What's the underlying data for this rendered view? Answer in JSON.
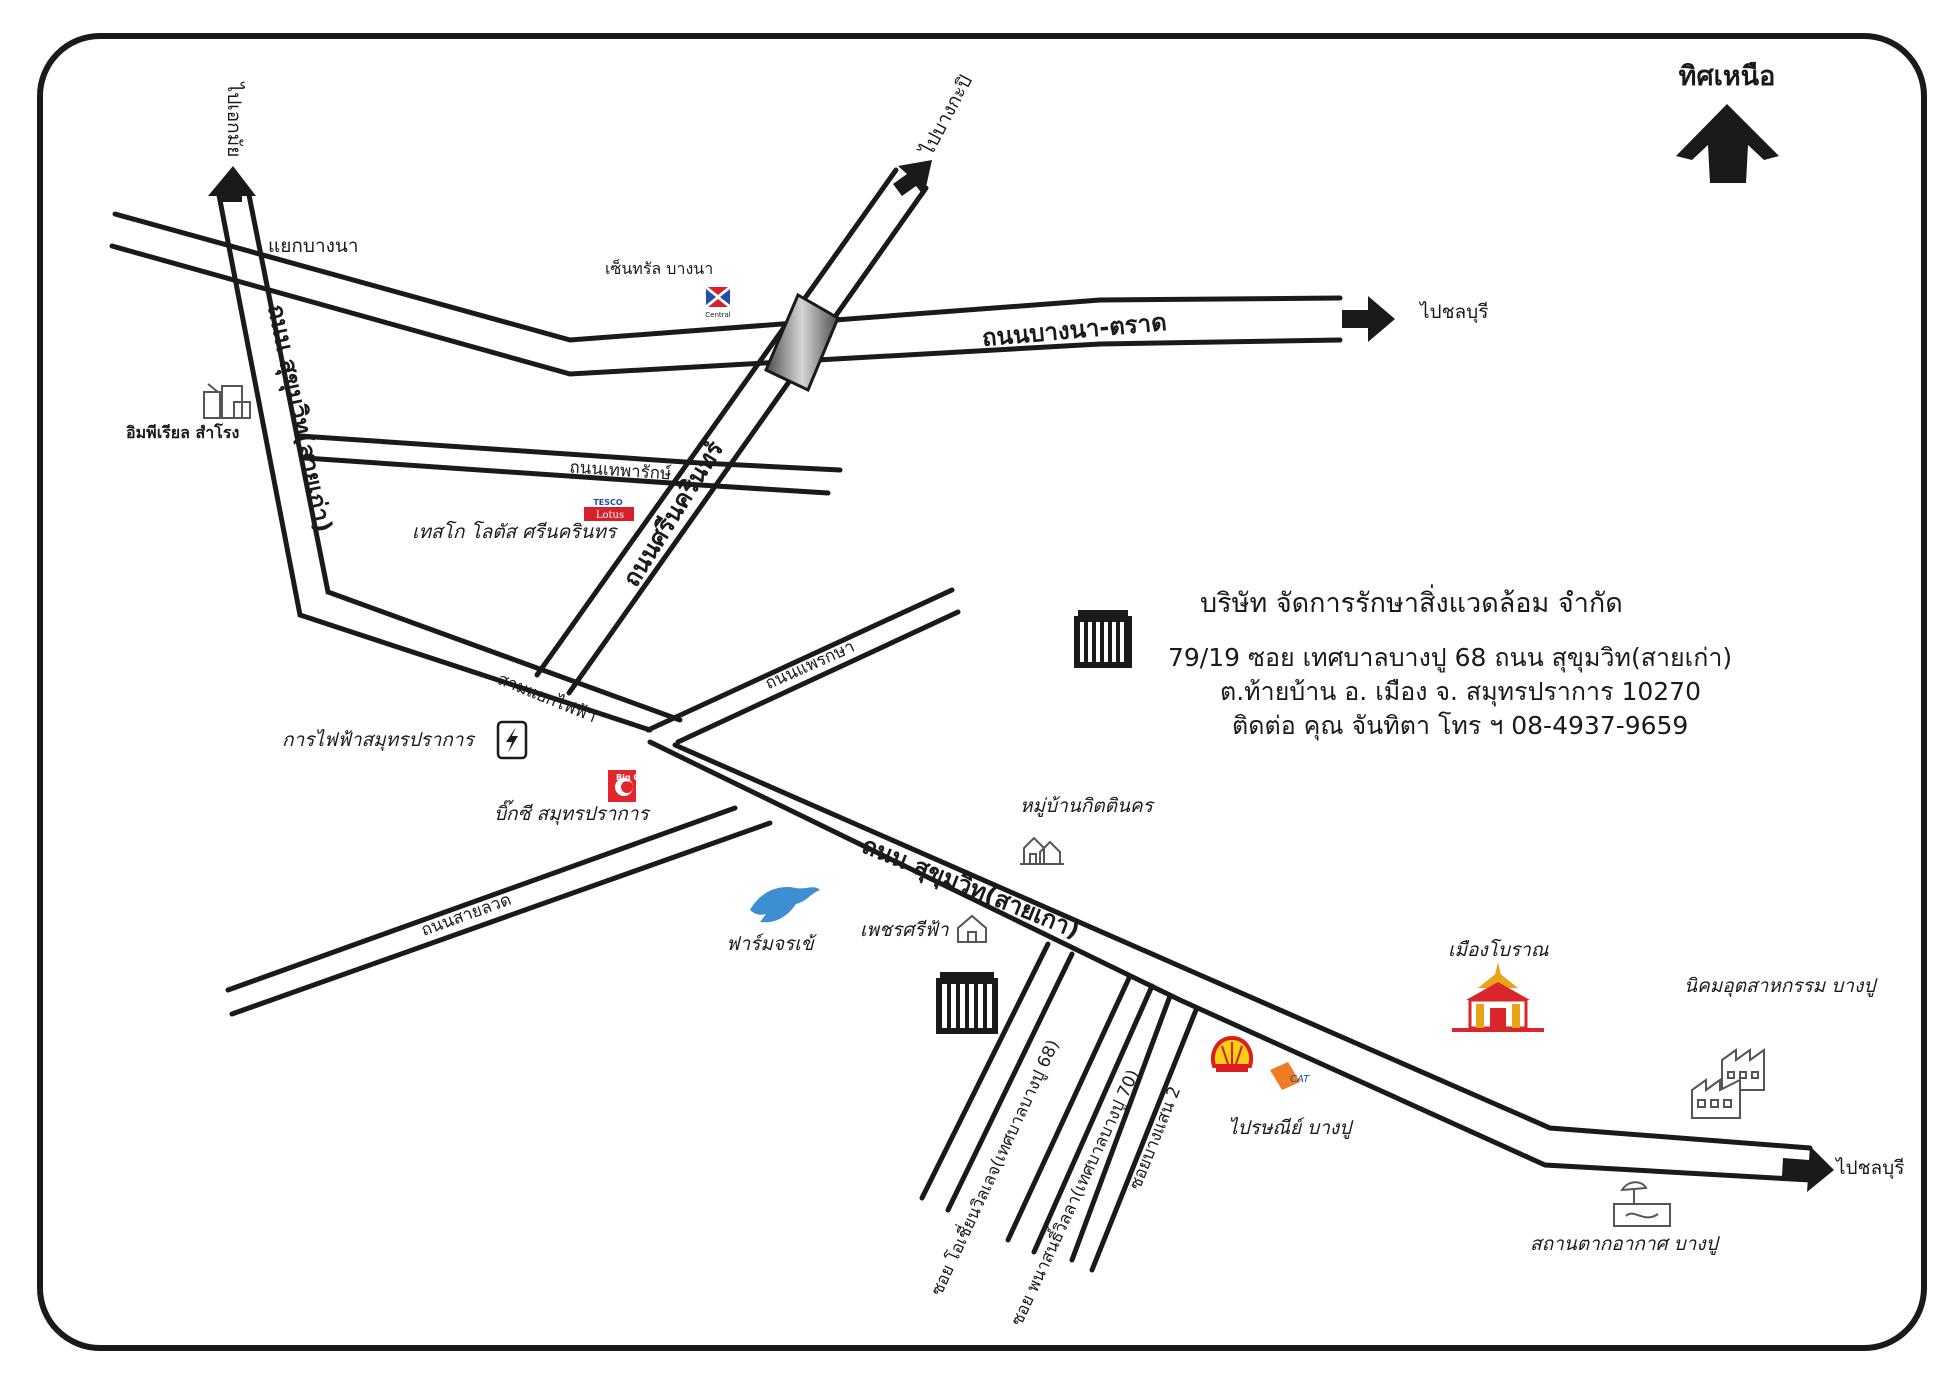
{
  "north": {
    "label": "ทิศเหนือ"
  },
  "company": {
    "name": "บริษัท จัดการรักษาสิ่งแวดล้อม จำกัด",
    "address_line1": "79/19 ซอย เทศบาลบางปู 68 ถนน สุขุมวิท(สายเก่า)",
    "address_line2": "ต.ท้ายบ้าน อ. เมือง จ. สมุทรปราการ 10270",
    "contact": "ติดต่อ คุณ จันทิตา โทร ฯ 08-4937-9659"
  },
  "roads": {
    "bangna_trad": "ถนนบางนา-ตราด",
    "srinakarin": "ถนนศรีนครินทร์",
    "sukhumvit_old_north": "ถนน สุขุมวิท(สายเก่า)",
    "sukhumvit_old_main": "ถนน สุขุมวิท(สายเก่า)",
    "thepharak": "ถนนเทพารักษ์",
    "phraeksa": "ถนนแพรกษา",
    "sailuat": "ถนนสายลวด",
    "soi_68": "ซอย โอเชี่ยนวิลเลจ(เทศบาลบางปู 68)",
    "soi_70": "ซอย พนาสนธิ์วิลลา(เทศบาลบางปู 70)",
    "soi_bangsaen2": "ซอยบางแสน 2"
  },
  "directions": {
    "to_ekkamai": "ไปเอกมัย",
    "to_bangkapi": "ไปบางกะปิ",
    "to_chonburi_top": "ไปชลบุรี",
    "to_chonburi_bottom": "ไปชลบุรี"
  },
  "places": {
    "bangna_junction": "แยกบางนา",
    "central_bangna": "เซ็นทรัล บางนา",
    "imperial_samrong": "อิมพีเรียล สำโรง",
    "tesco_lotus": "เทสโก โลตัส ศรีนครินทร",
    "samyaek_faifa": "สามแยกไฟฟ้า",
    "electricity": "การไฟฟ้าสมุทรปราการ",
    "bigc": "บิ๊กซี สมุทรปราการ",
    "kittinakorn": "หมู่บ้านกิตตินคร",
    "crocodile_farm": "ฟาร์มจรเข้",
    "phetsrifa": "เพชรศรีฟ้า",
    "muang_boran": "เมืองโบราณ",
    "industrial_estate": "นิคมอุตสาหกรรม บางปู",
    "post_office": "ไปรษณีย์ บางปู",
    "weather_station": "สถานตากอากาศ บางปู"
  },
  "logos": {
    "central": "Central",
    "tesco_top": "TESCO",
    "tesco_bottom": "Lotus",
    "bigc": "Big C",
    "cat": "CAT"
  },
  "colors": {
    "ink": "#1a1a1a",
    "central_blue": "#1f4fa8",
    "central_red": "#d6202a",
    "tesco_red": "#d6202a",
    "bigc_red": "#e3262d",
    "shell_yellow": "#f7d117",
    "shell_red": "#dd1d21",
    "croc_blue": "#3d8fd1",
    "cat_orange": "#f07b22",
    "temple_red": "#d9262b",
    "temple_gold": "#e8a317"
  },
  "icons": [
    "north-arrow-icon",
    "central-logo-icon",
    "tesco-lotus-logo-icon",
    "bigc-logo-icon",
    "shell-logo-icon",
    "cat-logo-icon",
    "crocodile-icon",
    "temple-icon",
    "building-icon",
    "factory-icon",
    "house-icon",
    "village-icon",
    "lightning-icon",
    "satellite-dish-icon",
    "shopping-icon"
  ]
}
